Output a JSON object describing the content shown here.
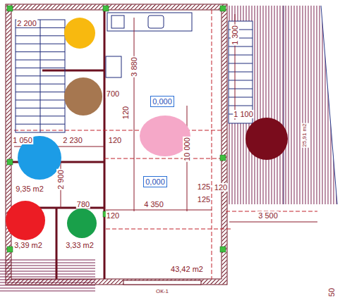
{
  "diagram": {
    "nodes": [
      {
        "text": [
          "0,000"
        ]
      },
      {
        "text": [
          "0,000"
        ]
      }
    ],
    "labels": [
      "2 200",
      "3 880",
      "1 300",
      "700",
      "120",
      "1 050",
      "2 230",
      "120",
      "1 100",
      "10 000",
      "9,35 m2",
      "2 900",
      "780",
      "4 350",
      "120",
      "125",
      "125",
      "120",
      "3 500",
      "3,39 m2",
      "3,33 m2",
      "43,42 m2",
      "25,91 m2",
      "ОК-1",
      "50"
    ]
  }
}
